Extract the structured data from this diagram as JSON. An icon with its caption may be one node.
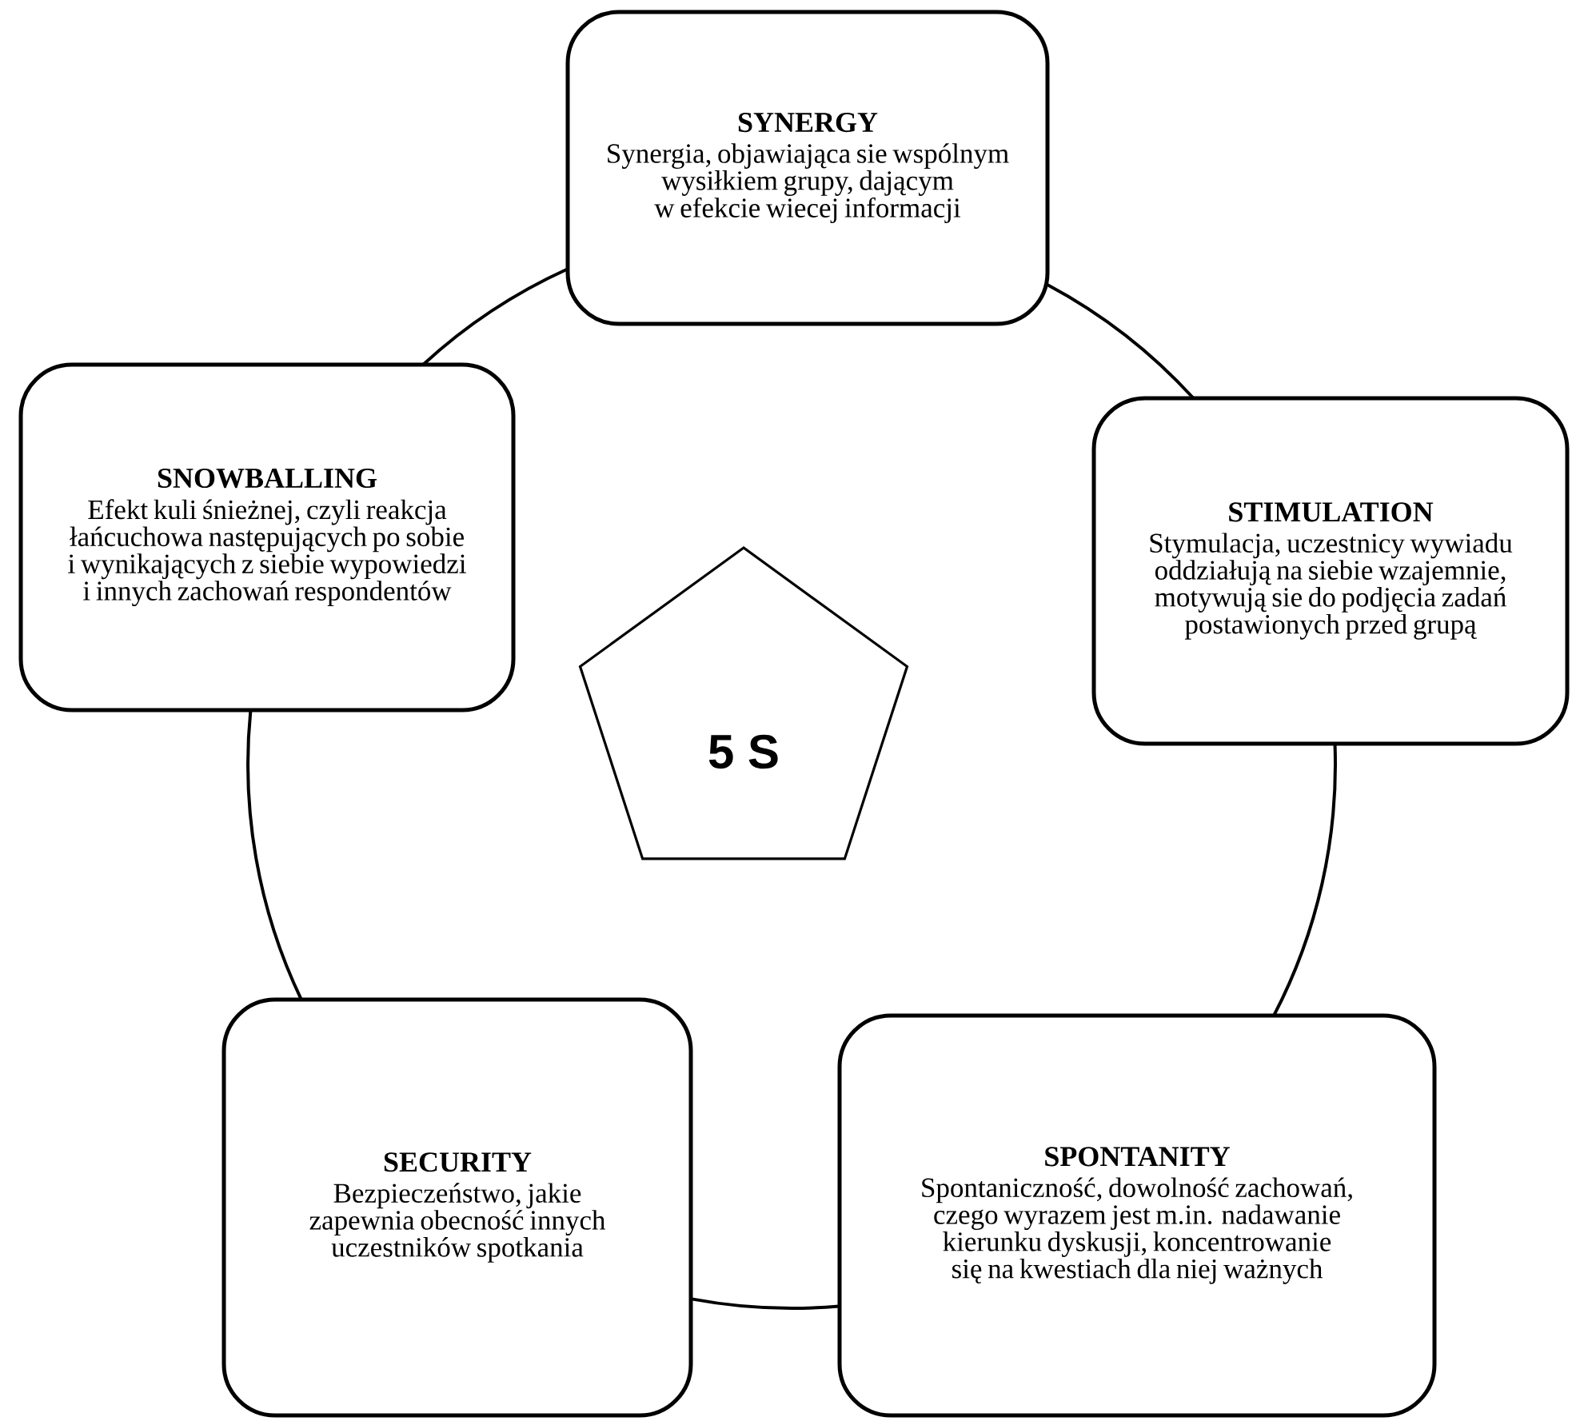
{
  "diagram": {
    "nodes": [
      {
        "text": [
          "SYNERGY",
          "Synergia, objawiająca sie wspólnym wysiłkiem grupy, dającym w efekcie wiecej informacji"
        ]
      },
      {
        "text": [
          "SNOWBALLING",
          "Efekt kuli śnieżnej, czyli reakcja łańcuchowa następujących po sobie i wynikających z siebie wypowiedzi i innych zachowań respondentów"
        ]
      },
      {
        "text": [
          "STIMULATION",
          "Stymulacja, uczestnicy wywiadu oddziałują na siebie wzajemnie, motywują sie do podjęcia zadań postawionych przed grupą"
        ]
      },
      {
        "text": [
          "5 S"
        ]
      },
      {
        "text": [
          "SECURITY",
          "Bezpieczeństwo, jakie zapewnia obecność innych uczestników spotkania"
        ]
      },
      {
        "text": [
          "SPONTANITY",
          "Spontaniczność, dowolność zachowań, czego wyrazem jest m.in. nadawanie kierunku dyskusji, koncentrowanie się na kwestiach dla niej ważnych"
        ]
      }
    ],
    "edges": [
      {
        "from": 0,
        "to": 2,
        "arrow": "none"
      },
      {
        "from": 2,
        "to": 5,
        "arrow": "none"
      },
      {
        "from": 5,
        "to": 4,
        "arrow": "none"
      },
      {
        "from": 4,
        "to": 1,
        "arrow": "none"
      },
      {
        "from": 1,
        "to": 0,
        "arrow": "none"
      }
    ]
  }
}
